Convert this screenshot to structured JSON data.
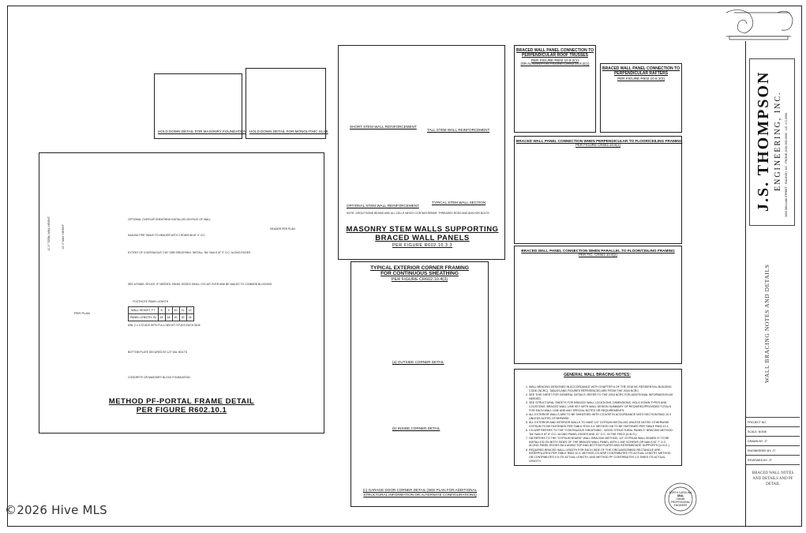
{
  "watermark": "©2026 Hive MLS",
  "firm": {
    "name": "J.S. THOMPSON",
    "subtitle": "ENGINEERING, INC.",
    "address_lines": [
      "1603 WILLIAM STREET",
      "RALEIGH, NC",
      "PHONE (919) 000-0000",
      "LIC. # C-0000"
    ]
  },
  "sheet_title": "WALL BRACING NOTES AND DETAILS",
  "title_block": {
    "rows": [
      "PROJECT NO.",
      "SCALE: NONE",
      "DRAWN BY: JT",
      "ENGINEERED BY: JT",
      "REVIEWED BY: JT"
    ],
    "description": "BRACED WALL NOTES AND DETAILS AND PF DETAIL"
  },
  "seal": {
    "top": "NORTH CAROLINA",
    "center": "SEAL",
    "number": "038465",
    "bottom": "PROFESSIONAL ENGINEER"
  },
  "details": {
    "hold_down_masonry": "HOLD DOWN DETAIL FOR MASONRY FOUNDATION",
    "hold_down_slab": "HOLD DOWN DETAIL FOR MONOLITHIC SLAB",
    "masonry": {
      "title": "MASONRY STEM WALLS SUPPORTING",
      "title2": "BRACED WALL PANELS",
      "ref": "PER FIGURE R602.10.3.3",
      "short": "SHORT STEM WALL REINFORCEMENT",
      "tall": "TALL STEM WALL REINFORCEMENT",
      "optional": "OPTIONAL STEM WALL REINFORCEMENT",
      "typical": "TYPICAL STEM WALL SECTION",
      "note": "NOTE: GROUT BOND BEAMS AND ALL CELLS WHICH CONTAIN REBAR, THREADED RODS AND ANCHOR BOLTS"
    },
    "roof_truss": {
      "title": "BRACED WALL PANEL CONNECTION TO",
      "title2": "PERPENDICULAR ROOF TRUSSES",
      "ref": "PER FIGURE R602.10.8.2(1)",
      "alt": "(OR ALTERNATIVE FIGURE CR602.10.8.2(1))"
    },
    "rafters": {
      "title": "BRACED WALL PANEL CONNECTION TO",
      "title2": "PERPENDICULAR RAFTERS",
      "ref": "PER FIGURE R602.10.8.2(3)"
    },
    "perpendicular": {
      "title": "BRACED WALL PANEL CONNECTION WHEN PERPENDICULAR TO FLOOR/CEILING FRAMING",
      "ref": "PER FIGURE CR602.10.8(1)"
    },
    "parallel": {
      "title": "BRACED WALL PANEL CONNECTION WHEN PARALLEL TO FLOOR/CEILING FRAMING",
      "ref": "PER FIG. CR602.10.8(2)"
    },
    "corner": {
      "title": "TYPICAL EXTERIOR CORNER FRAMING",
      "title2": "FOR CONTINUOUS SHEATHING",
      "ref": "PER FIGURE CR602.10.4(3)",
      "a": "(a) OUTSIDE CORNER DETAIL",
      "b": "(b) INSIDE CORNER DETAIL",
      "c": "(c) GARAGE DOOR CORNER DETAIL (SEE PLAN FOR ADDITIONAL",
      "c2": "STRUCTURAL INFORMATION OR ALTERNATE CONFIGURATIONS)"
    },
    "portal": {
      "title": "METHOD PF-PORTAL FRAME DETAIL",
      "ref": "PER FIGURE R602.10.1",
      "per_plan": "PER PLAN",
      "header": "HEADER PER PLAN",
      "left_dim": "10'-0\" TOTAL WALL HEIGHT",
      "left_dim2": "12'-0\" MAX. HEIGHT",
      "table_header": "FOOTNOTE PANEL LENGTH",
      "table": [
        [
          "WALL HEIGHT, FT",
          "8",
          "9",
          "10",
          "11",
          "12"
        ],
        [
          "PANEL LENGTH, IN",
          "16",
          "18",
          "20",
          "22",
          "24"
        ]
      ],
      "notes": [
        "OPTIONAL OVERLAP SHEATHING INSTALLED ON FACE OF WALL",
        "NAILING PER TABLE TO HEADER WITH 2 ROWS 8d AT 3\" O.C.",
        "EXTENT OF CONTINUOUS 7/16\" OSB SHEATHING. INSTALL \"8d\" NAILS AT 3\" O.C. ALONG EDGES",
        "SEE A PANEL SPLICE, IF NEEDED, PANEL EDGES SHALL OCCUR OVER AND BE NAILED TO COMMON BLOCKING",
        "MIN. 2 x 4 STUDS WITH FULL HEIGHT STUDS EACH SIDE",
        "BOTTOM PLATE SECURED BY 1/2\" DIA. BOLTS",
        "CONCRETE OR MASONRY BLOCK FOUNDATION"
      ]
    }
  },
  "general_notes": {
    "title": "GENERAL WALL BRACING NOTES:",
    "items": [
      "WALL BRACING DESIGNED IN ACCORDANCE WITH CHAPTER 6 OF THE 2018 NC RESIDENTIAL BUILDING CODE (NCRC). TABLES AND FIGURES REFERENCED ARE FROM THE 2018 NCRC.",
      "SEE THIS SHEET FOR GENERAL DETAILS. REFER TO THE 2018 NCRC FOR ADDITIONAL INFORMATION AS NEEDED.",
      "SEE STRUCTURAL SHEETS FOR BRACED WALL LOCATIONS, DIMENSIONS, HOLD DOWN TYPES AND LOCATIONS. BRACED WALL LINE KEY WITH WALL DESIGN SUMMARY OF REQUIRED/PROVIDED TOTALS FOR EACH WALL LINE AND ANY SPECIAL NOTES OR REQUIREMENTS.",
      "ALL EXTERIOR WALLS ARE TO BE SHEATHED WITH CS-WSP IN ACCORDANCE WITH SECTION R602.10.3 UNLESS NOTED OTHERWISE.",
      "ALL EXTERIOR AND INTERIOR WALLS TO HAVE 1/2\" GYPSUM INSTALLED UNLESS NOTED OTHERWISE. GYPSUM TO BE FASTENED PER TABLE R702.3.5. METHOD GB TO BE FASTENED PER TABLE R602.10.1.",
      "CS-WSP REFERS TO THE \"CONTINUOUS SHEATHING - WOOD STRUCTURAL PANELS\" BRACING METHOD. \"8d\" NAILS AT 6\" O.C. ALONG PANEL EDGES AND 12\" O.C. IN THE FIELD (U.N.O.).",
      "GB REFERS TO THE \"GYPSUM BOARD\" WALL BRACING METHOD. 1/2\" GYPSUM WALL BOARD IS TO BE INSTALLED ON BOTH SIDES OF THE BRACED WALL PANEL WITH 1-5/8\" SCREWS OR NAILS AT 7\" O.C. ALONG PANEL EDGES INCLUDING TOP AND BOTTOM PLATES AND INTERMEDIATE SUPPORTS (U.N.O.).",
      "REQUIRED BRACED WALL LENGTH FOR EACH SIDE OF THE CIRCUMSCRIBED RECTANGLE ARE INTERPOLATED PER TABLE R602.10.3. METHOD CS-WSP CONTRIBUTES ITS ACTUAL LENGTH, METHOD GB CONTRIBUTES 0.5 ITS ACTUAL LENGTH, AND METHOD PF CONTRIBUTES 1.5 TIMES ITS ACTUAL LENGTH."
    ]
  }
}
